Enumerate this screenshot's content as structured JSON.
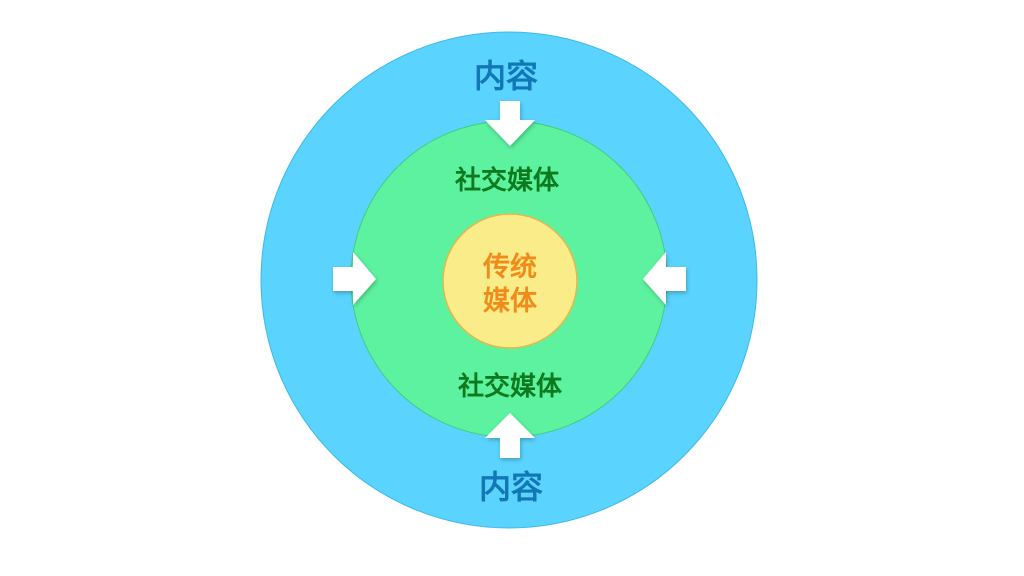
{
  "diagram": {
    "outer_ring": {
      "top_label": "内容",
      "bottom_label": "内容",
      "fill": "#5BD3FF",
      "label_color": "#1277B5"
    },
    "middle_ring": {
      "top_label": "社交媒体",
      "bottom_label": "社交媒体",
      "fill": "#5CF2A0",
      "label_color": "#0E7A1E"
    },
    "inner_circle": {
      "label_line1": "传统",
      "label_line2": "媒体",
      "fill": "#FBEC8A",
      "label_color": "#F08C1A"
    },
    "arrows": {
      "count": 4,
      "directions": [
        "down",
        "up",
        "right",
        "left"
      ],
      "fill": "#ffffff"
    }
  }
}
